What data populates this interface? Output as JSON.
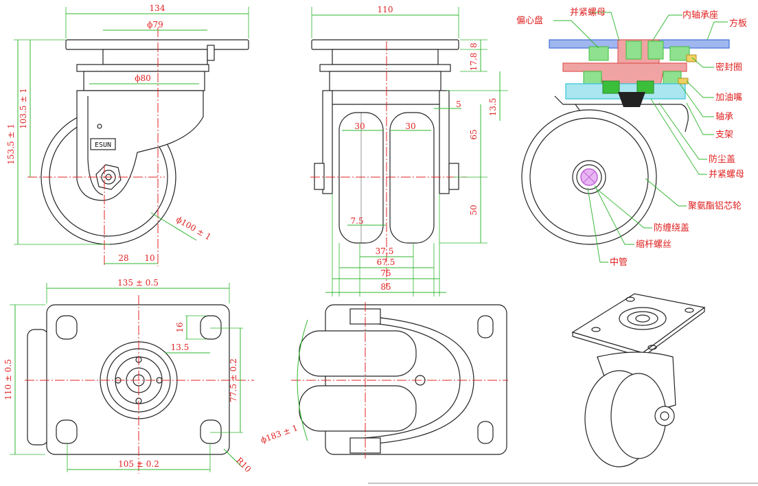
{
  "colors": {
    "dimension_line": "#2cb52c",
    "text": "#e02020",
    "outline": "#222222",
    "section_blue": "#3f6fd8",
    "section_red": "#e05a5a",
    "section_green": "#3bbf3b",
    "section_cyan": "#34c3d6",
    "thread_purple": "#c060d8"
  },
  "front_view": {
    "overall_width": "134",
    "plate_dia": "ϕ79",
    "inner_dia": "ϕ80",
    "height_total": "153.5 ± 1",
    "height_axle": "103.5 ± 1",
    "wheel_dia": "ϕ100 ± 1",
    "offset": "28",
    "offset_small": "10",
    "brand": "ESUN"
  },
  "side_view": {
    "plate_width": "110",
    "plate_thk": "8",
    "bearing_h": "17.8",
    "bracket_h": "13.5",
    "gap": "5",
    "tire_w_left": "30",
    "tire_w_right": "30",
    "upper_h": "65",
    "lower_h": "50",
    "hub_offset": "7.5",
    "span_a": "37.5",
    "span_b": "67.5",
    "span_c": "75",
    "span_d": "85"
  },
  "section_labels": {
    "eccentric_disc": "偏心盘",
    "lock_nut_top": "并紧螺母",
    "inner_bearing_seat": "内轴承座",
    "square_plate": "方板",
    "seal_ring": "密封圈",
    "grease_nipple": "加油嘴",
    "bearing": "轴承",
    "bracket": "支架",
    "dust_cover": "防尘盖",
    "lock_nut_bottom": "并紧螺母",
    "wheel": "聚氨酯铝芯轮",
    "anti_wrap_cover": "防缠绕盖",
    "shrink_bolt": "缩杆螺丝",
    "center_tube": "中管"
  },
  "top_view": {
    "plate_w": "135 ± 0.5",
    "plate_h": "110 ± 0.5",
    "hole_d": "16",
    "hole_x": "13.5",
    "hole_pitch_y": "77.5 ± 0.2",
    "hole_pitch_x": "105 ± 0.2",
    "corner_r": "R10"
  },
  "bottom_view": {
    "swivel_dia": "ϕ183 ± 1"
  }
}
